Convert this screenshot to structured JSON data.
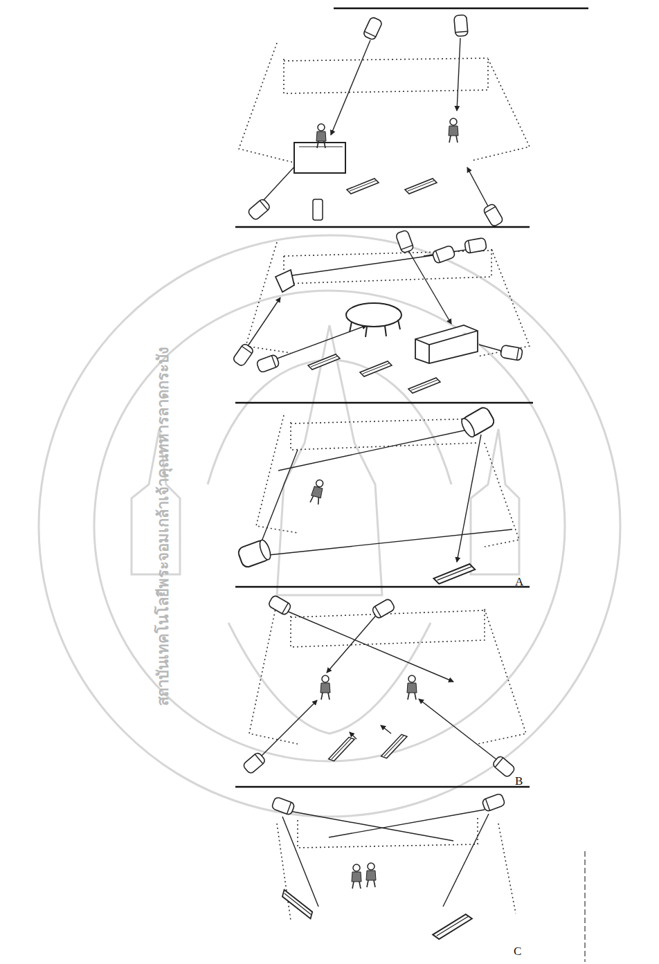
{
  "diagram": {
    "labels": [
      "A",
      "B",
      "C",
      "สถาบันเทคโนโลยีพระจอมเกล้าเจ้าคุณทหารลาดกระบัง"
    ]
  }
}
